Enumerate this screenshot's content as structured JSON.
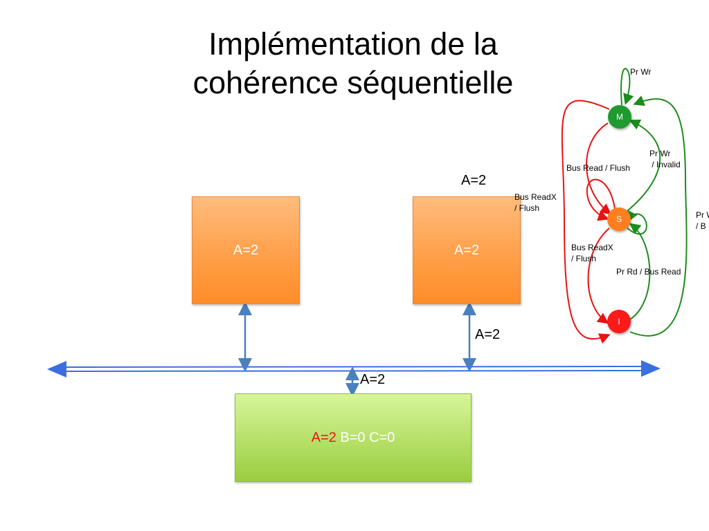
{
  "title": {
    "line1": "Implémentation de la",
    "line2": "cohérence séquentielle"
  },
  "caches": [
    {
      "value": "A=2"
    },
    {
      "value": "A=2"
    }
  ],
  "labels": {
    "above_cache2": "A=2",
    "link_cache2": "A=2",
    "link_memory": "A=2"
  },
  "memory": {
    "a": "A=2",
    "rest": " B=0 C=0"
  },
  "fsm": {
    "states": {
      "m": "M",
      "s": "S",
      "i": "I"
    },
    "transitions": {
      "m_self": "Pr Wr",
      "m_to_s": "Bus Read / Flush",
      "s_to_m": "Pr Wr\n / Invalid",
      "m_to_i": "Bus ReadX\n/ Flush",
      "i_to_m": "Pr W\n/ B",
      "s_to_i": "Bus ReadX\n/ Flush",
      "i_to_s": "Pr Rd / Bus Read"
    },
    "colors": {
      "m": "#1e9a2e",
      "s": "#ff7f1e",
      "i": "#ff1a1a",
      "red_edge": "#e81212",
      "green_edge": "#1c8c1c"
    }
  },
  "colors": {
    "bus": "#3a6fe0",
    "link": "#4a7fc0",
    "memory_highlight": "#e8141a"
  }
}
